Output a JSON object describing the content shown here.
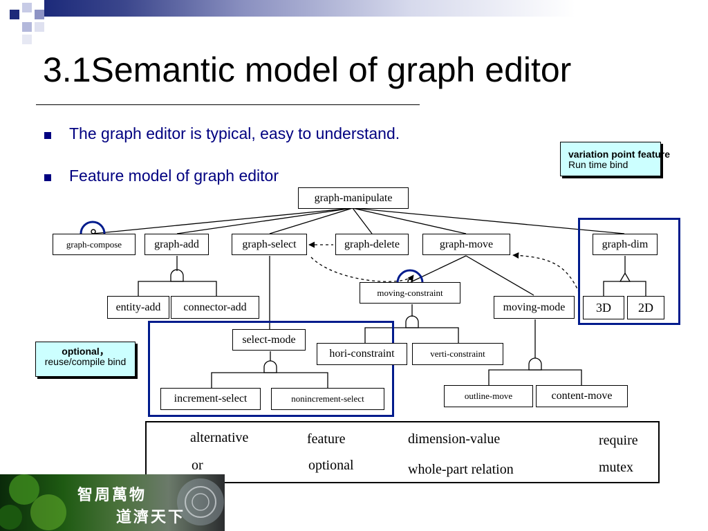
{
  "slide": {
    "title": "3.1Semantic model of graph editor",
    "bullets": [
      "The graph editor is typical, easy to understand.",
      "Feature model of graph editor"
    ]
  },
  "callouts": {
    "variation_point": {
      "line1": "variation point feature",
      "line2": "Run time bind"
    },
    "optional": {
      "line1": "optional，",
      "line2": "reuse/compile bind"
    }
  },
  "diagram": {
    "nodes": {
      "graph_manipulate": "graph-manipulate",
      "graph_compose": "graph-compose",
      "graph_add": "graph-add",
      "graph_select": "graph-select",
      "graph_delete": "graph-delete",
      "graph_move": "graph-move",
      "graph_dim": "graph-dim",
      "entity_add": "entity-add",
      "connector_add": "connector-add",
      "moving_constraint": "moving-constraint",
      "moving_mode": "moving-mode",
      "dim_3d": "3D",
      "dim_2d": "2D",
      "select_mode": "select-mode",
      "hori_constraint": "hori-constraint",
      "verti_constraint": "verti-constraint",
      "increment_select": "increment-select",
      "nonincrement_select": "nonincrement-select",
      "outline_move": "outline-move",
      "content_move": "content-move"
    }
  },
  "legend": {
    "alternative": "alternative",
    "feature": "feature",
    "dimension_value": "dimension-value",
    "require": "require",
    "or": "or",
    "optional": "optional",
    "whole_part": "whole-part relation",
    "mutex": "mutex"
  },
  "footer": {
    "line1": "智周萬物",
    "line2": "道濟天下"
  },
  "colors": {
    "text_blue": "#000080",
    "frame_blue": "#001b8c",
    "callout_fill": "#ccffff"
  }
}
